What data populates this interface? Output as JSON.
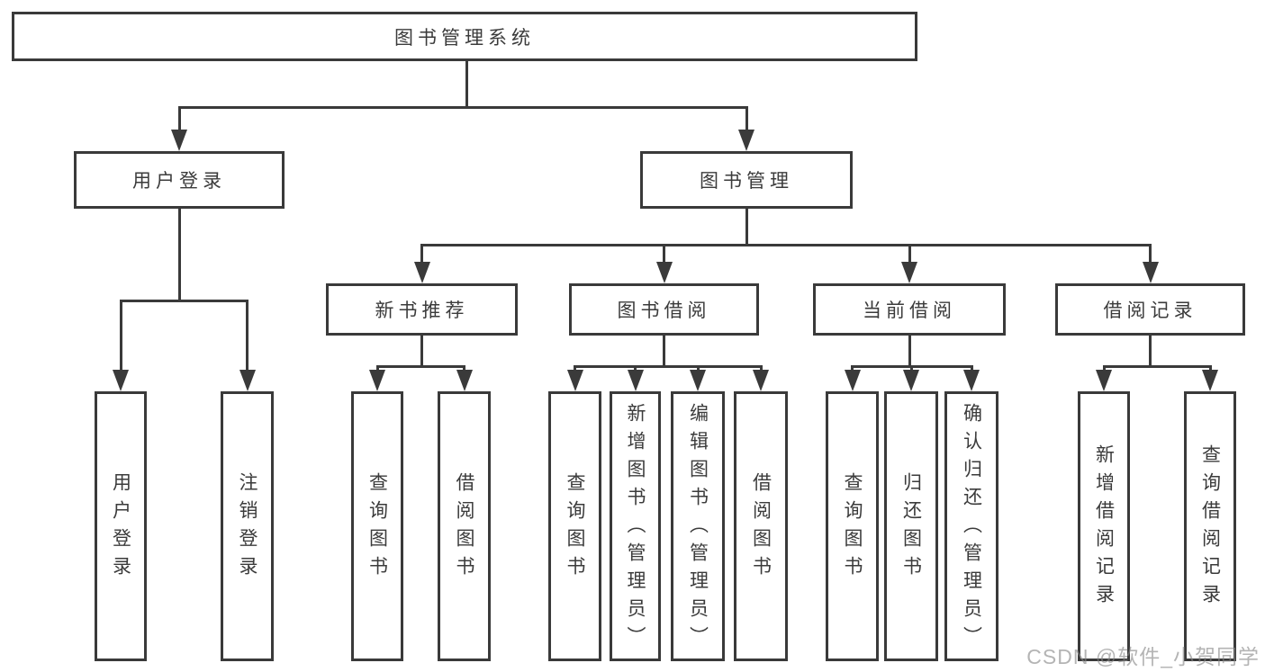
{
  "diagram_type": "hierarchy-flowchart",
  "tree": {
    "label": "图书管理系统",
    "children": [
      {
        "label": "用户登录",
        "children": [
          {
            "label": "用户登录"
          },
          {
            "label": "注销登录"
          }
        ]
      },
      {
        "label": "图书管理",
        "children": [
          {
            "label": "新书推荐",
            "children": [
              {
                "label": "查询图书"
              },
              {
                "label": "借阅图书"
              }
            ]
          },
          {
            "label": "图书借阅",
            "children": [
              {
                "label": "查询图书"
              },
              {
                "label": "新增图书（管理员）"
              },
              {
                "label": "编辑图书（管理员）"
              },
              {
                "label": "借阅图书"
              }
            ]
          },
          {
            "label": "当前借阅",
            "children": [
              {
                "label": "查询图书"
              },
              {
                "label": "归还图书"
              },
              {
                "label": "确认归还（管理员）"
              }
            ]
          },
          {
            "label": "借阅记录",
            "children": [
              {
                "label": "新增借阅记录"
              },
              {
                "label": "查询借阅记录"
              }
            ]
          }
        ]
      }
    ]
  },
  "watermark": {
    "text": "CSDN @软件_小贺同学"
  },
  "colors": {
    "line": "#3a3a3a",
    "text": "#3b3b3b",
    "background": "#ffffff",
    "watermark": "#868686"
  }
}
